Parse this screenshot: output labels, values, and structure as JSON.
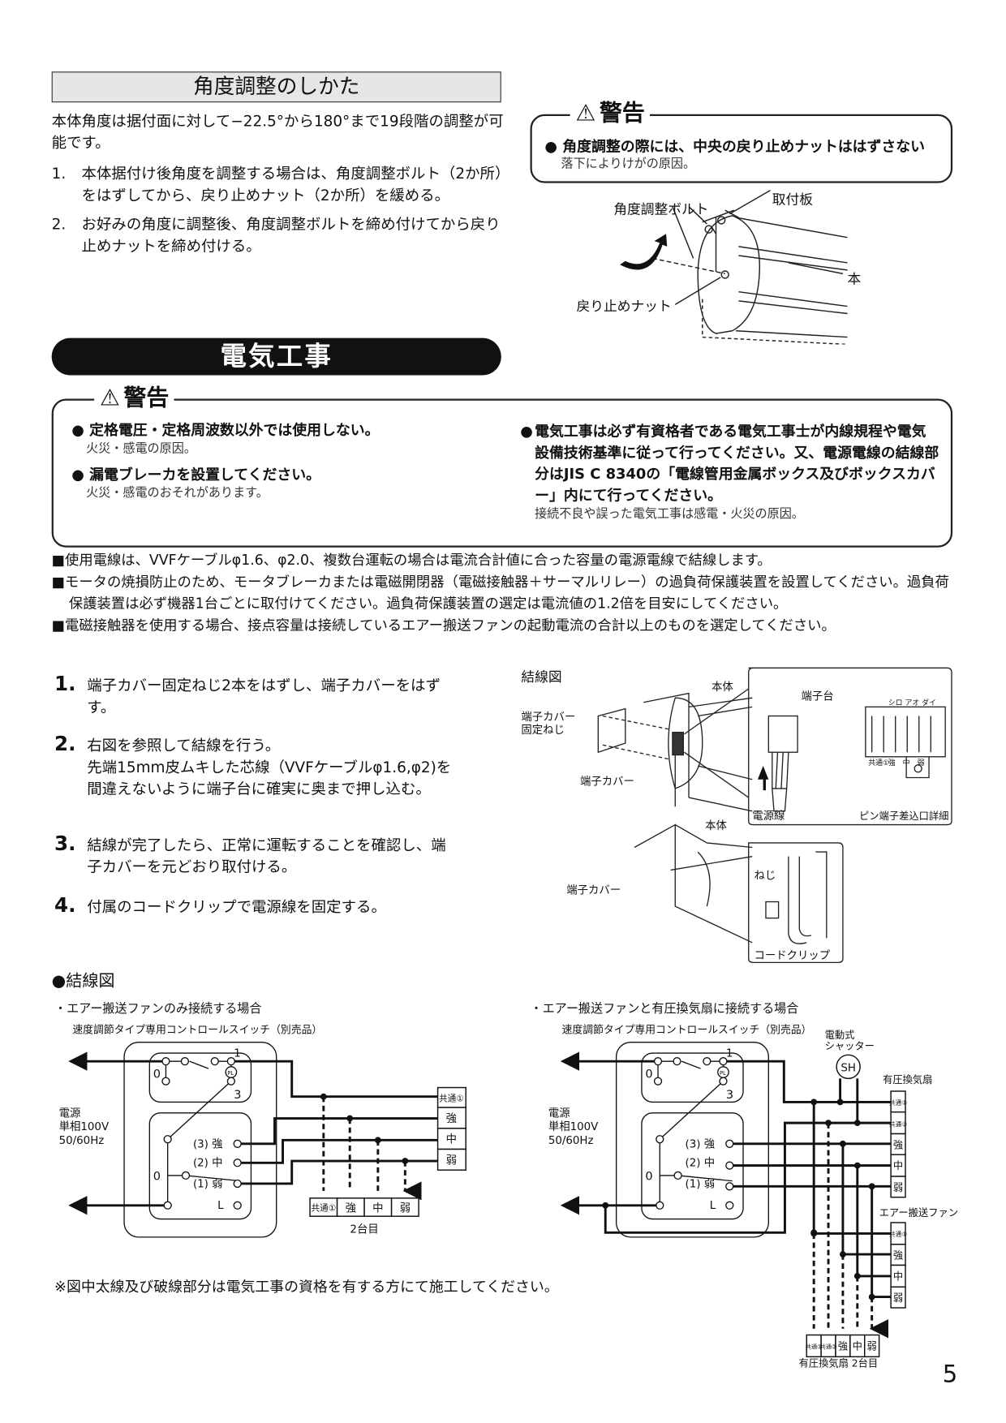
{
  "angle": {
    "title": "角度調整のしかた",
    "intro": "本体角度は据付面に対して−22.5°から180°まで19段階の調整が可能です。",
    "steps": [
      {
        "num": "1.",
        "text": "本体据付け後角度を調整する場合は、角度調整ボルト（2か所）をはずしてから、戻り止めナット（2か所）を緩める。"
      },
      {
        "num": "2.",
        "text": "お好みの角度に調整後、角度調整ボルトを締め付けてから戻り止めナットを締め付ける。"
      }
    ],
    "warning": {
      "title": "警告",
      "main": "角度調整の際には、中央の戻り止めナットははずさない",
      "sub": "落下によりけがの原因。"
    },
    "figure": {
      "bolt": "角度調整ボルト",
      "plate": "取付板",
      "body": "本体",
      "nut": "戻り止めナット"
    }
  },
  "electrical": {
    "title": "電気工事",
    "warning": {
      "title": "警告",
      "left": [
        {
          "main": "定格電圧・定格周波数以外では使用しない。",
          "sub": "火災・感電の原因。"
        },
        {
          "main": "漏電ブレーカを設置してください。",
          "sub": "火災・感電のおそれがあります。"
        }
      ],
      "right": {
        "main": "電気工事は必ず有資格者である電気工事士が内線規程や電気設備技術基準に従って行ってください。又、電源電線の結線部分はJIS C 8340の「電線管用金属ボックス及びボックスカバー」内にて行ってください。",
        "sub": "接続不良や誤った電気工事は感電・火災の原因。"
      }
    },
    "notes": [
      "■使用電線は、VVFケーブルφ1.6、φ2.0、複数台運転の場合は電流合計値に合った容量の電源電線で結線します。",
      "■モータの焼損防止のため、モータブレーカまたは電磁開閉器（電磁接触器＋サーマルリレー）の過負荷保護装置を設置してください。過負荷保護装置は必ず機器1台ごとに取付けてください。過負荷保護装置の選定は電流値の1.2倍を目安にしてください。",
      "■電磁接触器を使用する場合、接点容量は接続しているエアー搬送ファンの起動電流の合計以上のものを選定してください。"
    ],
    "steps": [
      {
        "num": "1.",
        "text": "端子カバー固定ねじ2本をはずし、端子カバーをはずす。"
      },
      {
        "num": "2.",
        "text": "右図を参照して結線を行う。",
        "sub": "先端15mm皮ムキした芯線（VVFケーブルφ1.6,φ2)を間違えないように端子台に確実に奥まで押し込む。"
      },
      {
        "num": "3.",
        "text": "結線が完了したら、正常に運転することを確認し、端子カバーを元どおり取付ける。"
      },
      {
        "num": "4.",
        "text": "付属のコードクリップで電源線を固定する。"
      }
    ],
    "figure": {
      "title": "結線図",
      "body": "本体",
      "terminal_block": "端子台",
      "cover_screw_1": "端子カバー",
      "cover_screw_2": "固定ねじ",
      "cover": "端子カバー",
      "power_wire": "電源線",
      "colors": "シロ アオ ダイ",
      "pins": [
        "共通①",
        "強",
        "中",
        "弱"
      ],
      "pin_detail": "ピン端子差込口詳細",
      "body2": "本体",
      "cover2": "端子カバー",
      "screw": "ねじ",
      "cord_clip": "コードクリップ"
    }
  },
  "wiring": {
    "title": "●結線図",
    "left": {
      "caption": "・エアー搬送ファンのみ接続する場合",
      "switch": "速度調節タイプ専用コントロールスイッチ（別売品）",
      "power": [
        "電源",
        "単相100V",
        "50/60Hz"
      ],
      "positions": [
        "(3) 強",
        "(2) 中",
        "(1) 弱",
        "L"
      ],
      "terminals": [
        "共通①",
        "強",
        "中",
        "弱"
      ],
      "second": [
        "共通①",
        "強",
        "中",
        "弱"
      ],
      "second_label": "2台目"
    },
    "right": {
      "caption": "・エアー搬送ファンと有圧換気扇に接続する場合",
      "switch": "速度調節タイプ専用コントロールスイッチ（別売品）",
      "shutter": [
        "電動式",
        "シャッター"
      ],
      "sh": "SH",
      "power": [
        "電源",
        "単相100V",
        "50/60Hz"
      ],
      "positions": [
        "(3) 強",
        "(2) 中",
        "(1) 弱",
        "L"
      ],
      "fan_label": "有圧換気扇",
      "fan_terminals": [
        "共通①",
        "共通②",
        "強",
        "中",
        "弱"
      ],
      "air_label": "エアー搬送ファン",
      "air_terminals": [
        "共通①",
        "強",
        "中",
        "弱"
      ],
      "second": [
        "共通①",
        "共通②",
        "強",
        "中",
        "弱"
      ],
      "second_label": "有圧換気扇 2台目"
    },
    "note": "※図中太線及び破線部分は電気工事の資格を有する方にて施工してください。"
  },
  "page_number": "5"
}
